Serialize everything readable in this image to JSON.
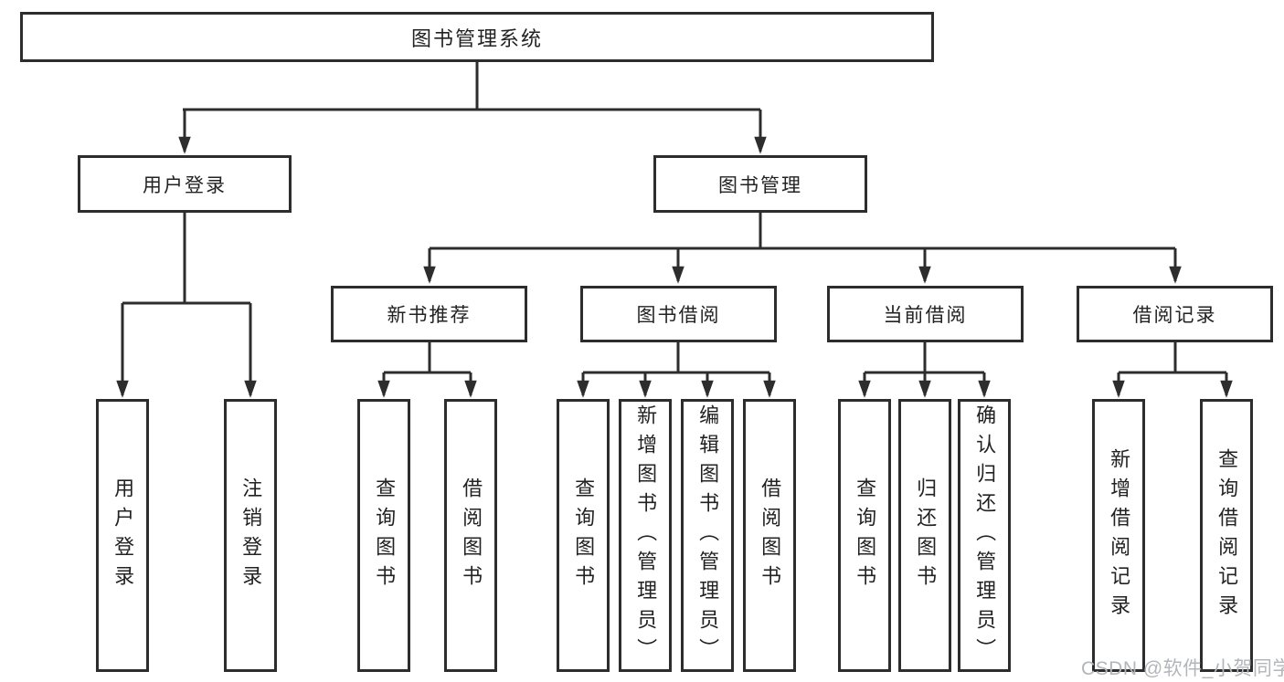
{
  "diagram": {
    "watermark": "CSDN @软件_小贺同学",
    "colors": {
      "line": "#2d2d2d",
      "box_border": "#2d2d2d",
      "box_fill": "#ffffff",
      "text": "#222222",
      "watermark": "#b2b6ba",
      "background": "#ffffff"
    },
    "tree": {
      "label": "图书管理系统",
      "children": [
        {
          "label": "用户登录",
          "children": [
            {
              "label": "用户登录"
            },
            {
              "label": "注销登录"
            }
          ]
        },
        {
          "label": "图书管理",
          "children": [
            {
              "label": "新书推荐",
              "children": [
                {
                  "label": "查询图书"
                },
                {
                  "label": "借阅图书"
                }
              ]
            },
            {
              "label": "图书借阅",
              "children": [
                {
                  "label": "查询图书"
                },
                {
                  "label": "新增图书（管理员）"
                },
                {
                  "label": "编辑图书（管理员）"
                },
                {
                  "label": "借阅图书"
                }
              ]
            },
            {
              "label": "当前借阅",
              "children": [
                {
                  "label": "查询图书"
                },
                {
                  "label": "归还图书"
                },
                {
                  "label": "确认归还（管理员）"
                }
              ]
            },
            {
              "label": "借阅记录",
              "children": [
                {
                  "label": "新增借阅记录"
                },
                {
                  "label": "查询借阅记录"
                }
              ]
            }
          ]
        }
      ]
    }
  }
}
